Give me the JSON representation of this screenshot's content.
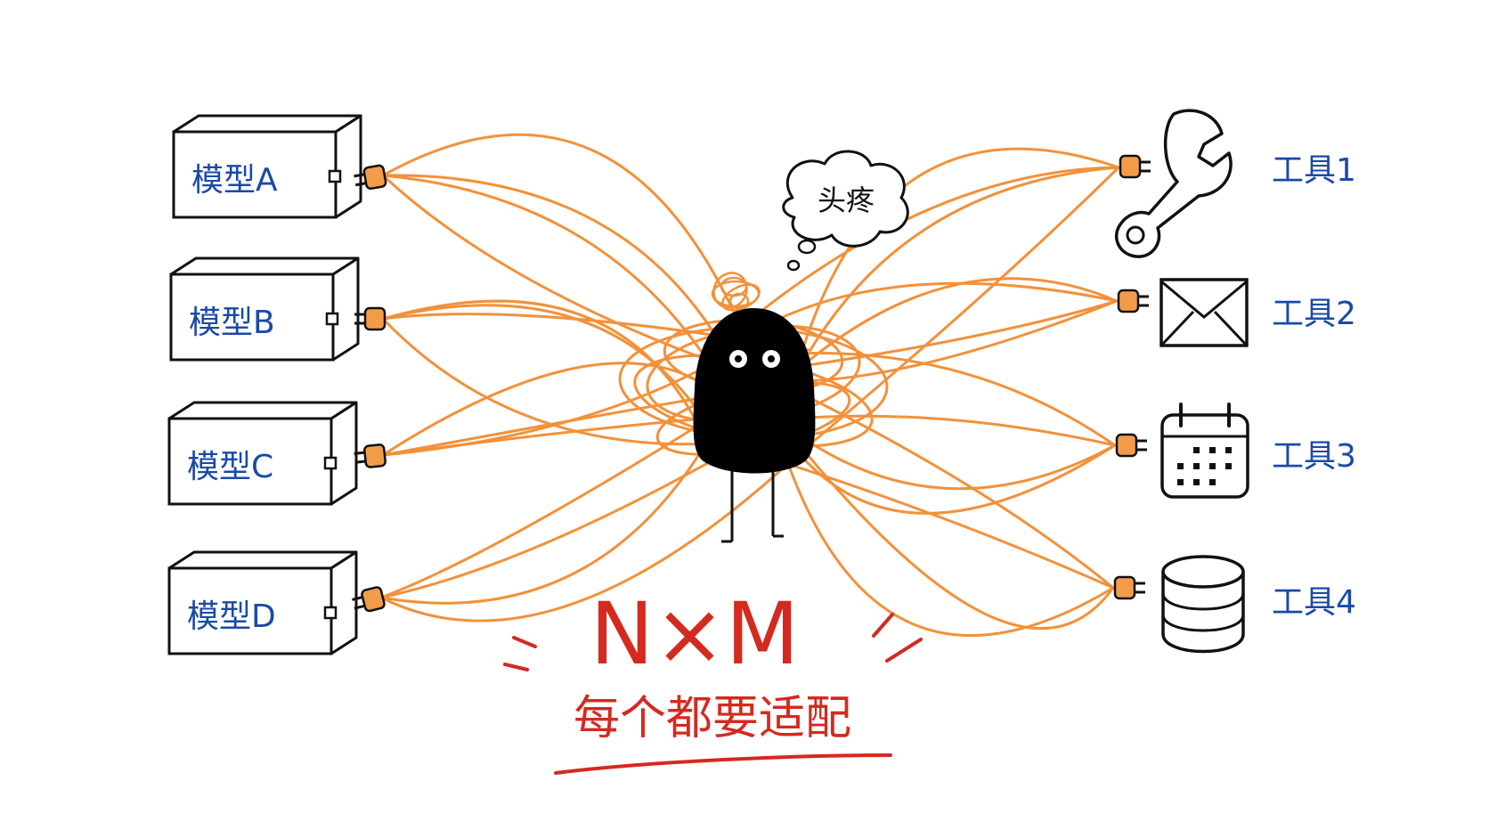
{
  "colors": {
    "wire": "#f2913a",
    "plug": "#f29c4a",
    "ink": "#111111",
    "label_blue": "#1a4aa8",
    "accent_red": "#d42a20"
  },
  "models": [
    {
      "id": "model-a",
      "label": "模型A"
    },
    {
      "id": "model-b",
      "label": "模型B"
    },
    {
      "id": "model-c",
      "label": "模型C"
    },
    {
      "id": "model-d",
      "label": "模型D"
    }
  ],
  "tools": [
    {
      "id": "tool-1",
      "label": "工具1",
      "icon": "wrench-icon"
    },
    {
      "id": "tool-2",
      "label": "工具2",
      "icon": "envelope-icon"
    },
    {
      "id": "tool-3",
      "label": "工具3",
      "icon": "calendar-icon"
    },
    {
      "id": "tool-4",
      "label": "工具4",
      "icon": "database-icon"
    }
  ],
  "character": {
    "thought": "头疼"
  },
  "caption": {
    "formula": "N×M",
    "subtitle": "每个都要适配"
  }
}
